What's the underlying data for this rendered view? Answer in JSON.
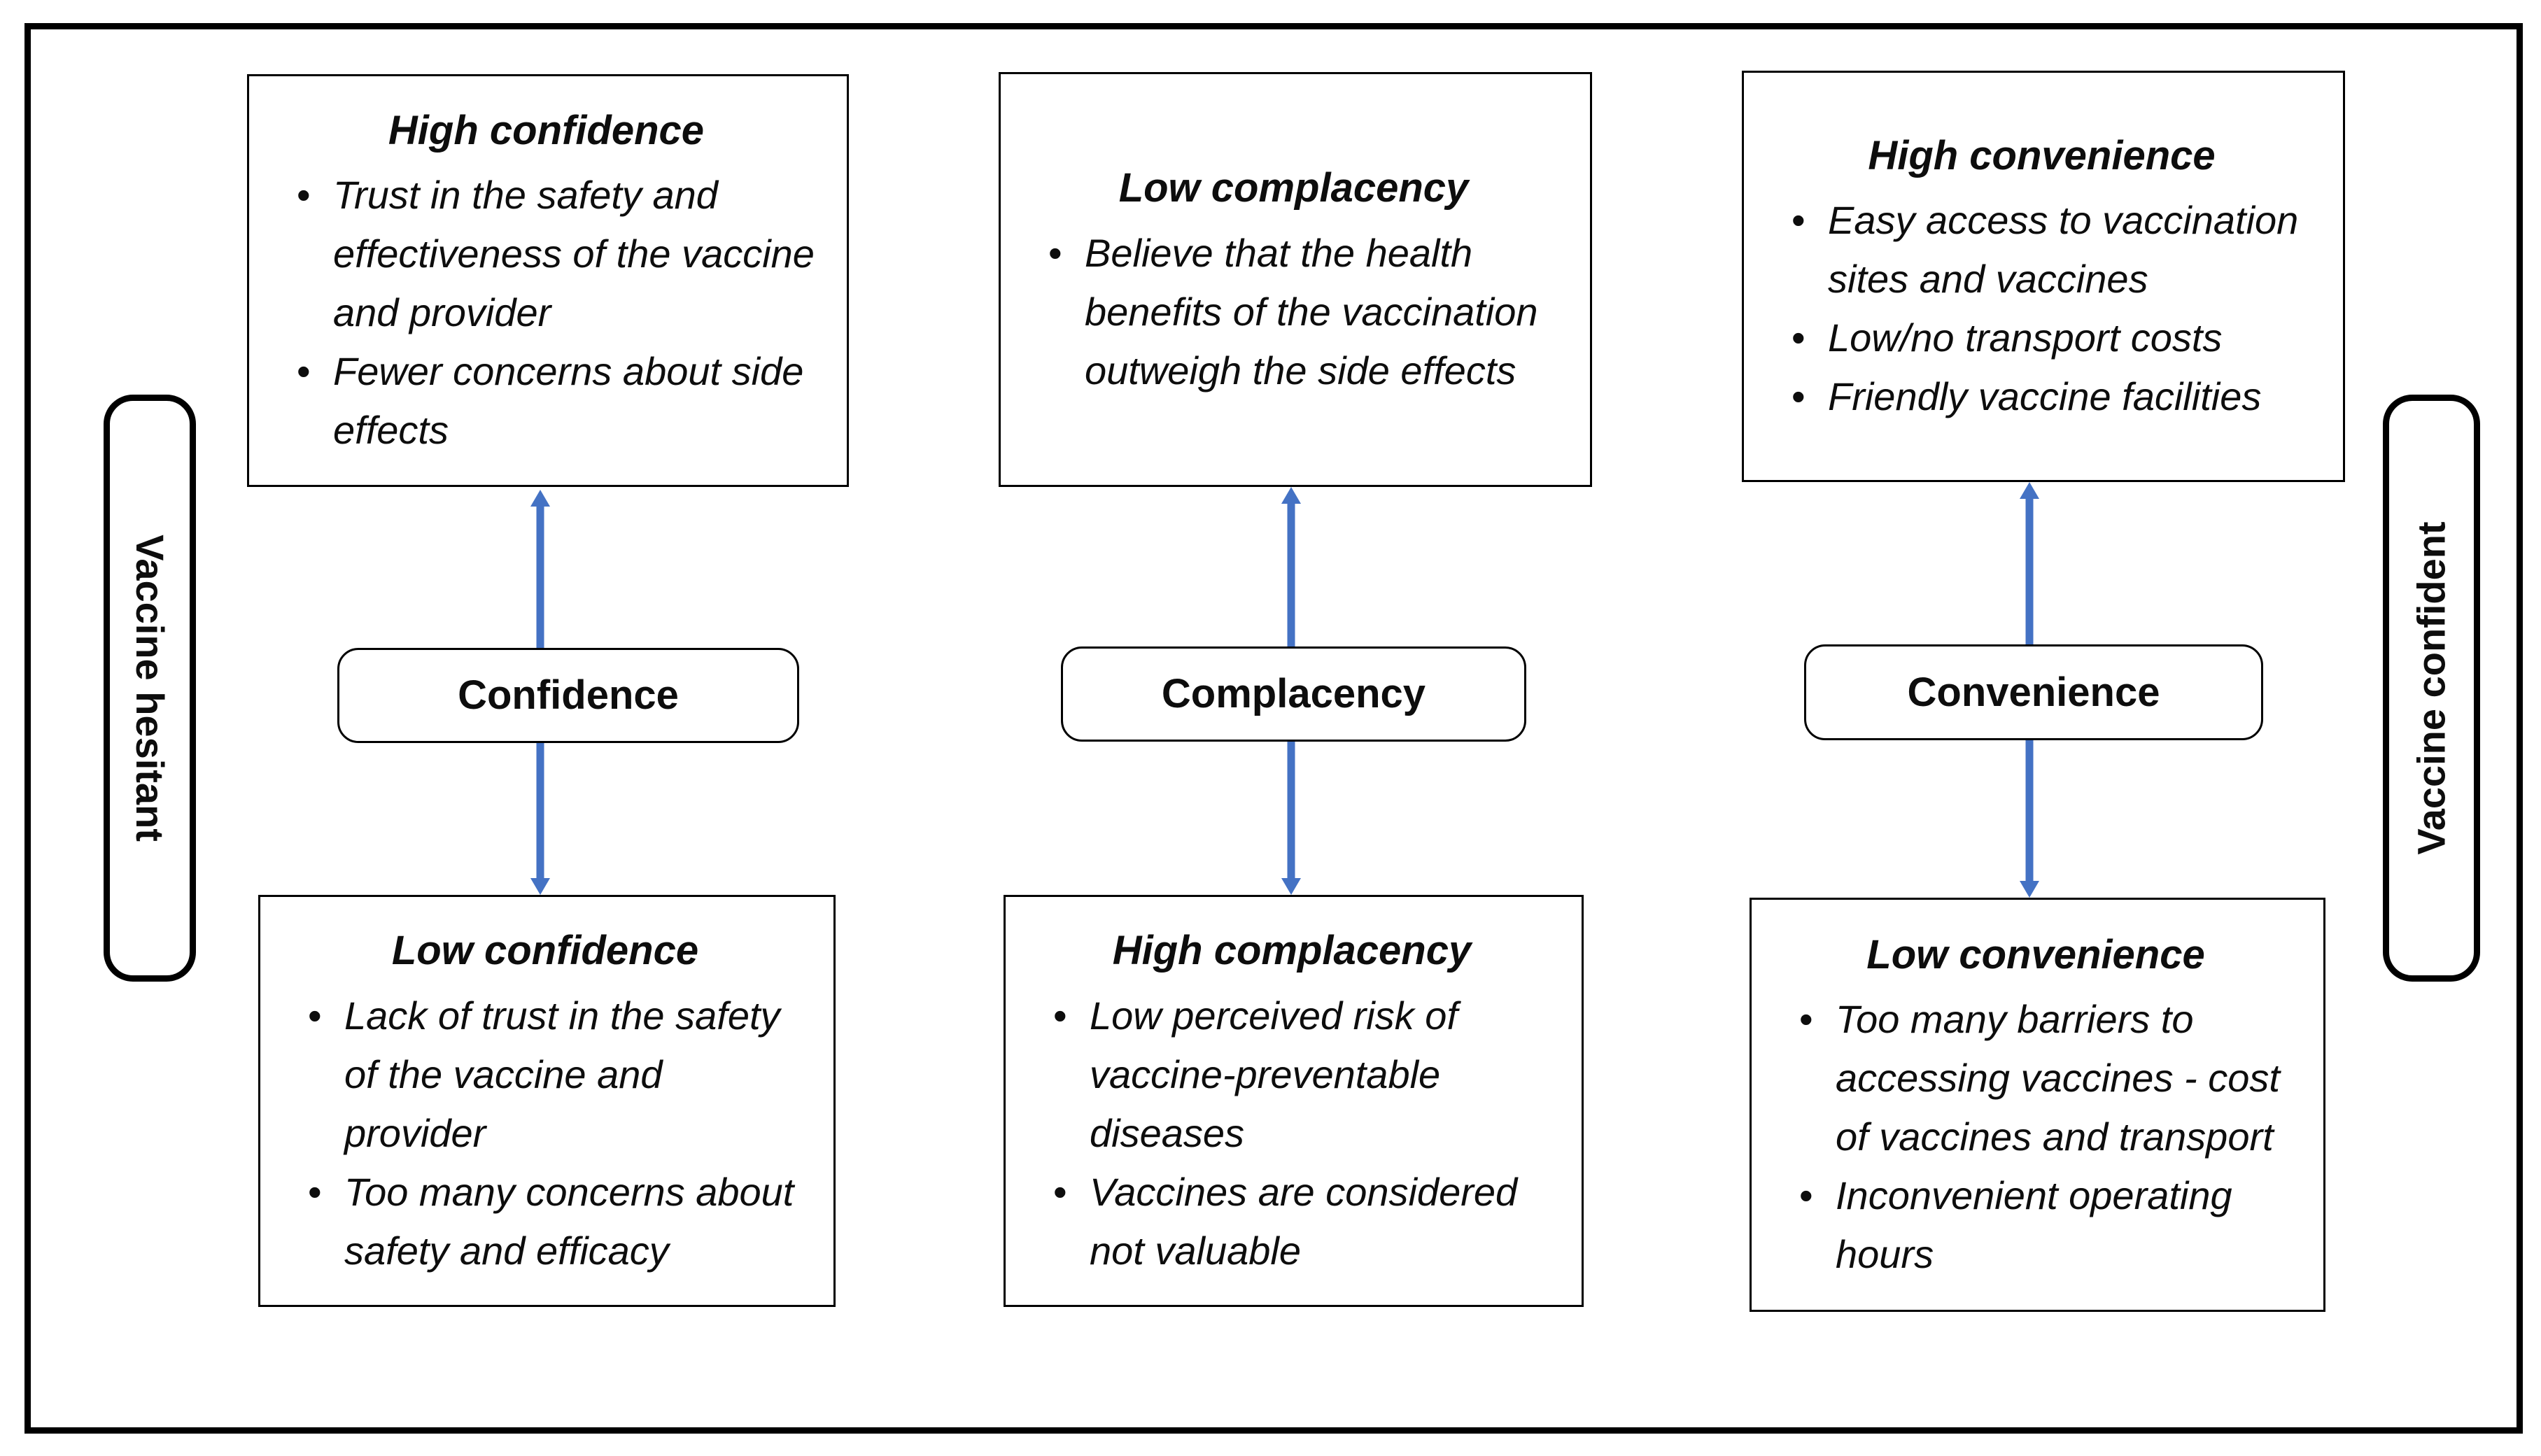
{
  "diagram": {
    "side_labels": {
      "left": "Vaccine hesitant",
      "right": "Vaccine confident"
    },
    "columns": [
      {
        "factor": "Confidence",
        "top": {
          "title": "High confidence",
          "bullets": [
            "Trust in the safety and effectiveness of the vaccine and provider",
            "Fewer concerns about side effects"
          ]
        },
        "bottom": {
          "title": "Low confidence",
          "bullets": [
            "Lack of trust in the safety of the vaccine and provider",
            "Too many concerns about safety and efficacy"
          ]
        }
      },
      {
        "factor": "Complacency",
        "top": {
          "title": "Low complacency",
          "bullets": [
            "Believe that the health benefits of the vaccination outweigh the side effects"
          ]
        },
        "bottom": {
          "title": "High complacency",
          "bullets": [
            "Low perceived risk of vaccine-preventable diseases",
            "Vaccines are considered not valuable"
          ]
        }
      },
      {
        "factor": "Convenience",
        "top": {
          "title": "High convenience",
          "bullets": [
            "Easy access to vaccination sites and vaccines",
            "Low/no transport costs",
            "Friendly vaccine facilities"
          ]
        },
        "bottom": {
          "title": "Low convenience",
          "bullets": [
            "Too many barriers to accessing vaccines - cost of vaccines and transport",
            "Inconvenient operating hours"
          ]
        }
      }
    ]
  },
  "colors": {
    "arrow": "#4472C4",
    "ink": "#0d0d0d",
    "line": "#000000",
    "bg": "#ffffff"
  }
}
